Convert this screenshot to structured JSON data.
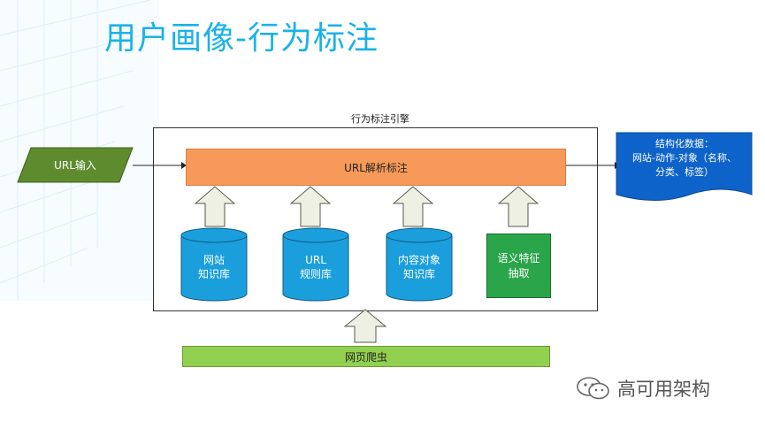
{
  "slide": {
    "title": "用户画像-行为标注",
    "engine_label": "行为标注引擎",
    "input": "URL输入",
    "parser": "URL解析标注",
    "knowledge_bases": [
      {
        "line1": "网站",
        "line2": "知识库"
      },
      {
        "line1": "URL",
        "line2": "规则库"
      },
      {
        "line1": "内容对象",
        "line2": "知识库"
      }
    ],
    "feature": {
      "line1": "语义特征",
      "line2": "抽取"
    },
    "crawler": "网页爬虫",
    "output": {
      "line1": "结构化数据：",
      "line2": "网站-动作-对象（名称、",
      "line3": "分类、标签）"
    },
    "brand": "高可用架构"
  },
  "colors": {
    "title": "#1ab2e8",
    "parser_fill": "#f79a59",
    "db_fill": "#1a9fdc",
    "feature_fill": "#2aa54a",
    "crawler_fill": "#92d050",
    "input_fill": "#5f8b2f",
    "output_fill": "#0d63c9",
    "arrow_fill": "#eef0e3"
  }
}
